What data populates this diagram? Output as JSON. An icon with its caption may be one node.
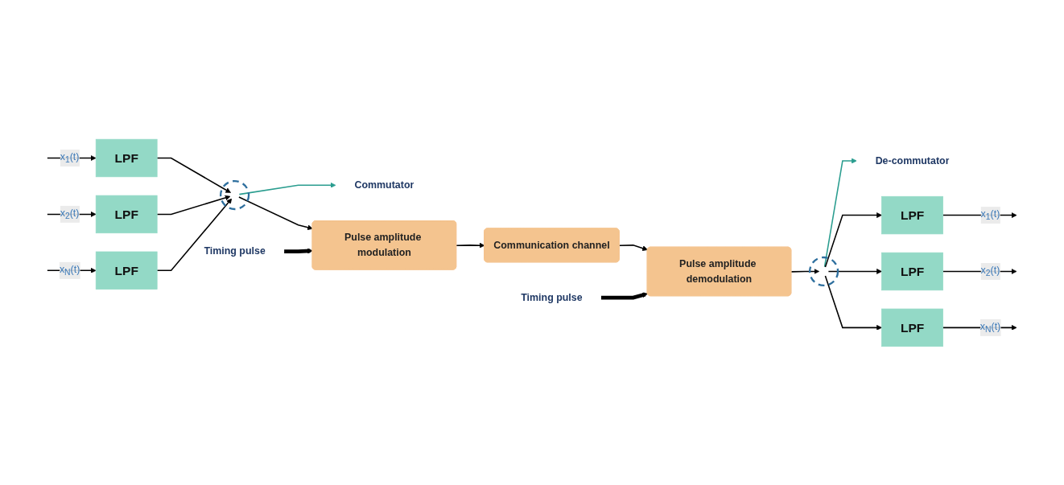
{
  "diagram": {
    "nodes": [
      {
        "text": [
          "LPF"
        ]
      },
      {
        "text": [
          "LPF"
        ]
      },
      {
        "text": [
          "LPF"
        ]
      },
      {
        "text": [],
        "shape": "circle"
      },
      {
        "text": [
          "Commutator"
        ]
      },
      {
        "text": [
          "Pulse amplitude modulation"
        ]
      },
      {
        "text": [
          "Timing pulse"
        ]
      },
      {
        "text": [
          "Communication channel"
        ]
      },
      {
        "text": [
          "Pulse amplitude demodulation"
        ]
      },
      {
        "text": [
          "Timing pulse"
        ]
      },
      {
        "text": [],
        "shape": "circle"
      },
      {
        "text": [
          "De-commutator"
        ]
      },
      {
        "text": [
          "LPF"
        ]
      },
      {
        "text": [
          "LPF"
        ]
      },
      {
        "text": [
          "LPF"
        ]
      }
    ],
    "edges": [
      {
        "from": null,
        "to": 0,
        "arrow": "to",
        "label": "x$_{1}$(t)"
      },
      {
        "from": null,
        "to": 1,
        "arrow": "to",
        "label": "x$_{2}$(t)"
      },
      {
        "from": null,
        "to": 2,
        "arrow": "to",
        "label": "x$_{N}$(t)"
      },
      {
        "from": 0,
        "to": 3,
        "arrow": "to"
      },
      {
        "from": 1,
        "to": 3,
        "arrow": "to"
      },
      {
        "from": 2,
        "to": 3,
        "arrow": "to"
      },
      {
        "from": 3,
        "to": 4,
        "arrow": "to",
        "color": "#2a9d8f"
      },
      {
        "from": 3,
        "to": 5,
        "arrow": "to"
      },
      {
        "from": 6,
        "to": 5,
        "arrow": "to",
        "style": "thick"
      },
      {
        "from": 5,
        "to": 7,
        "arrow": "to"
      },
      {
        "from": 7,
        "to": 8,
        "arrow": "to"
      },
      {
        "from": 9,
        "to": 8,
        "arrow": "to",
        "style": "thick"
      },
      {
        "from": 8,
        "to": 10,
        "arrow": "to"
      },
      {
        "from": 10,
        "to": 11,
        "arrow": "to",
        "color": "#2a9d8f"
      },
      {
        "from": 10,
        "to": 12,
        "arrow": "to"
      },
      {
        "from": 10,
        "to": 13,
        "arrow": "to"
      },
      {
        "from": 10,
        "to": 14,
        "arrow": "to"
      },
      {
        "from": 12,
        "to": null,
        "arrow": "to",
        "label": "x$_{1}$(t)"
      },
      {
        "from": 13,
        "to": null,
        "arrow": "to",
        "label": "x$_{2}$(t)"
      },
      {
        "from": 14,
        "to": null,
        "arrow": "to",
        "label": "x$_{N}$(t)"
      }
    ]
  }
}
